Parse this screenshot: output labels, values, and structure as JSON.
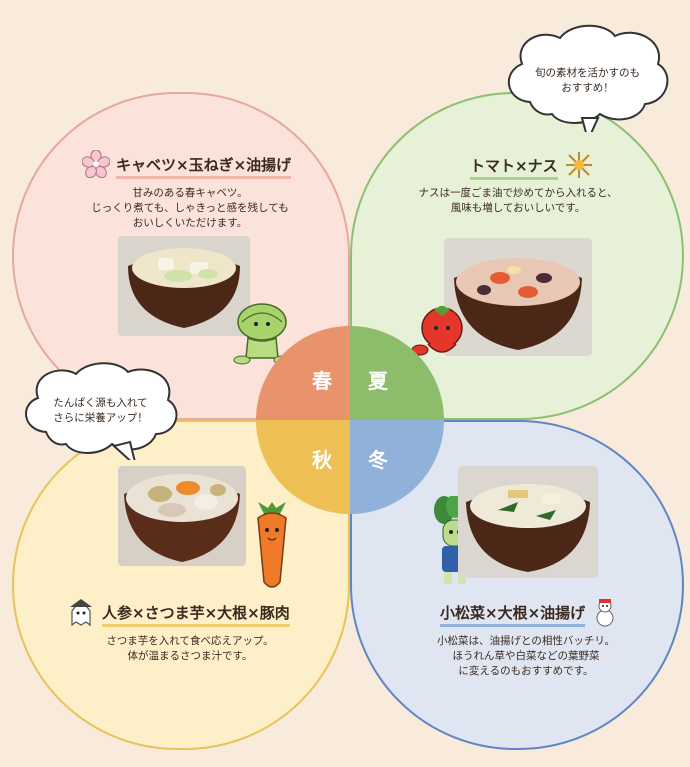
{
  "bubbles": {
    "top": "旬の素材を活かすのも\nおすすめ！",
    "left": "たんぱく源も入れて\nさらに栄養アップ！"
  },
  "seasons": {
    "spring": {
      "label": "春",
      "title": "キャベツ×玉ねぎ×油揚げ",
      "desc": "甘みのある春キャベツ。\nじっくり煮ても、しゃきっと感を残しても\nおいしくいただけます。",
      "icon": "sakura-icon",
      "color": "#e9936c"
    },
    "summer": {
      "label": "夏",
      "title": "トマト×ナス",
      "desc": "ナスは一度ごま油で炒めてから入れると、\n風味も増しておいしいです。",
      "icon": "sun-icon",
      "color": "#8dbc6a"
    },
    "autumn": {
      "label": "秋",
      "title": "人参×さつま芋×大根×豚肉",
      "desc": "さつま芋を入れて食べ応えアップ。\n体が温まるさつま汁です。",
      "icon": "ghost-icon",
      "color": "#edbf55"
    },
    "winter": {
      "label": "冬",
      "title": "小松菜×大根×油揚げ",
      "desc": "小松菜は、油揚げとの相性バッチリ。\nほうれん草や白菜などの葉野菜\nに変えるのもおすすめです。",
      "icon": "snowman-icon",
      "color": "#8fb1da"
    }
  }
}
